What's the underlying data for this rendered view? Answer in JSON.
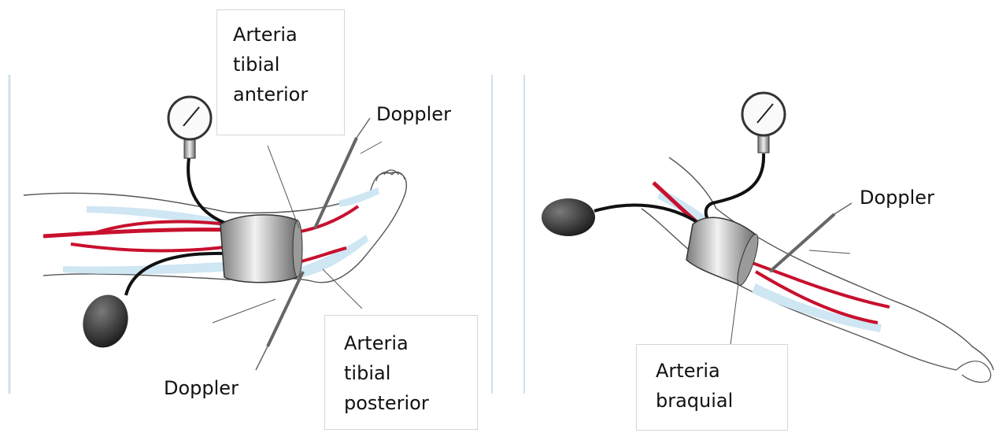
{
  "labels": {
    "tibial_anterior": [
      "Arteria",
      "tibial",
      "anterior"
    ],
    "doppler_leg_top": "Doppler",
    "doppler_leg_bottom": "Doppler",
    "tibial_posterior": [
      "Arteria",
      "tibial",
      "posterior"
    ],
    "doppler_arm": "Doppler",
    "braquial": [
      "Arteria",
      "braquial"
    ]
  },
  "colors": {
    "artery": "#c8102e",
    "vein": "#cfe6f3",
    "cuff": "#8c8c8c",
    "bulb": "#2e2e2e",
    "divider": "#cfe0ee",
    "outline": "#555555"
  }
}
